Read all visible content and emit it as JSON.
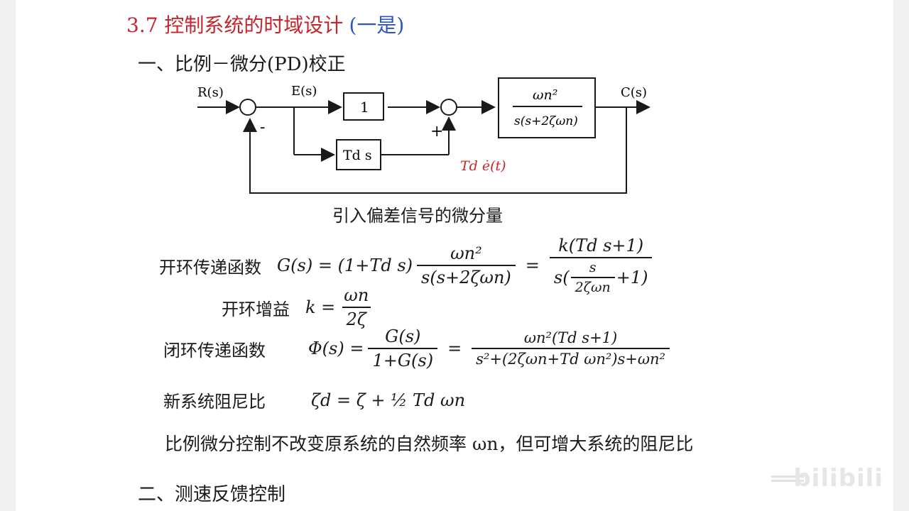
{
  "title": {
    "main": "3.7 控制系统的时域设计",
    "note": "(一是)"
  },
  "section1": "一、比例－微分(PD)校正",
  "diagram": {
    "input": "R(s)",
    "error": "E(s)",
    "minus": "-",
    "plus": "+",
    "block_p": "1",
    "block_d": "Td s",
    "plant_num": "ωn²",
    "plant_den": "s(s+2ζωn)",
    "output": "C(s)",
    "deriv_signal": "Td ė(t)"
  },
  "caption": "引入偏差信号的微分量",
  "open_loop": {
    "label": "开环传递函数",
    "lhs": "G(s) = (1+Td s)",
    "f1_num": "ωn²",
    "f1_den": "s(s+2ζωn)",
    "eq": "=",
    "f2_num": "k(Td s+1)",
    "f2_den_pre": "s(",
    "f2_den_inner_num": "s",
    "f2_den_inner_den": "2ζωn",
    "f2_den_post": "+1)"
  },
  "gain": {
    "label": "开环增益",
    "lhs": "k =",
    "num": "ωn",
    "den": "2ζ"
  },
  "closed_loop": {
    "label": "闭环传递函数",
    "lhs": "Φ(s) =",
    "f1_num": "G(s)",
    "f1_den": "1+G(s)",
    "eq": "=",
    "f2_num": "ωn²(Td s+1)",
    "f2_den": "s²+(2ζωn+Td ωn²)s+ωn²"
  },
  "damping": {
    "label": "新系统阻尼比",
    "expr": "ζd = ζ + ½ Td ωn"
  },
  "conclusion": "比例微分控制不改变原系统的自然频率 ωn，但可增大系统的阻尼比",
  "section2": "二、测速反馈控制",
  "watermark": "bilibili",
  "colors": {
    "red": "#c4262e",
    "blue": "#2c54c2",
    "ink": "#1a1a1a"
  }
}
